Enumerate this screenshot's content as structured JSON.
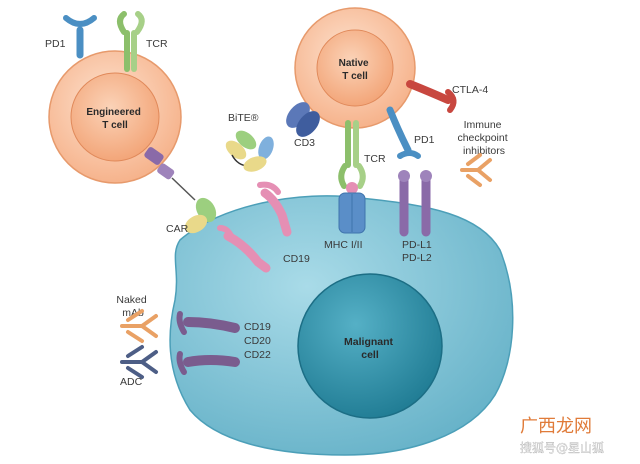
{
  "cells": {
    "engineered": [
      "Engineered",
      "T cell"
    ],
    "native": [
      "Native",
      "T cell"
    ],
    "malignant": [
      "Malignant",
      "cell"
    ]
  },
  "labels": {
    "pd1_top": "PD1",
    "tcr_top": "TCR",
    "bite": "BiTE®",
    "car": "CAR",
    "cd19_mid": "CD19",
    "cd3": "CD3",
    "tcr_native": "TCR",
    "mhc": "MHC I/II",
    "pd1_native": "PD1",
    "pdl": [
      "PD-L1",
      "PD-L2"
    ],
    "ctla4": "CTLA-4",
    "checkpoint": [
      "Immune",
      "checkpoint",
      "inhibitors"
    ],
    "naked_mab": [
      "Naked",
      "mAb"
    ],
    "adc": "ADC",
    "targets": [
      "CD19",
      "CD20",
      "CD22"
    ]
  },
  "watermark": {
    "brand": "广西龙网",
    "sub": "搜狐号@星山狐"
  },
  "colors": {
    "tcell_outer": "#f9c7a6",
    "tcell_inner": "#f5a87c",
    "malignant_outer": "#7fc3d6",
    "malignant_nucleus": "#2f8fa6",
    "pd1": "#4b8fc3",
    "tcr": "#8cbf6b",
    "pink": "#e58fb4",
    "purple": "#7a5c8e",
    "ctla4": "#c8473f",
    "orange_ab": "#e9a165",
    "navy": "#4d5e86"
  }
}
